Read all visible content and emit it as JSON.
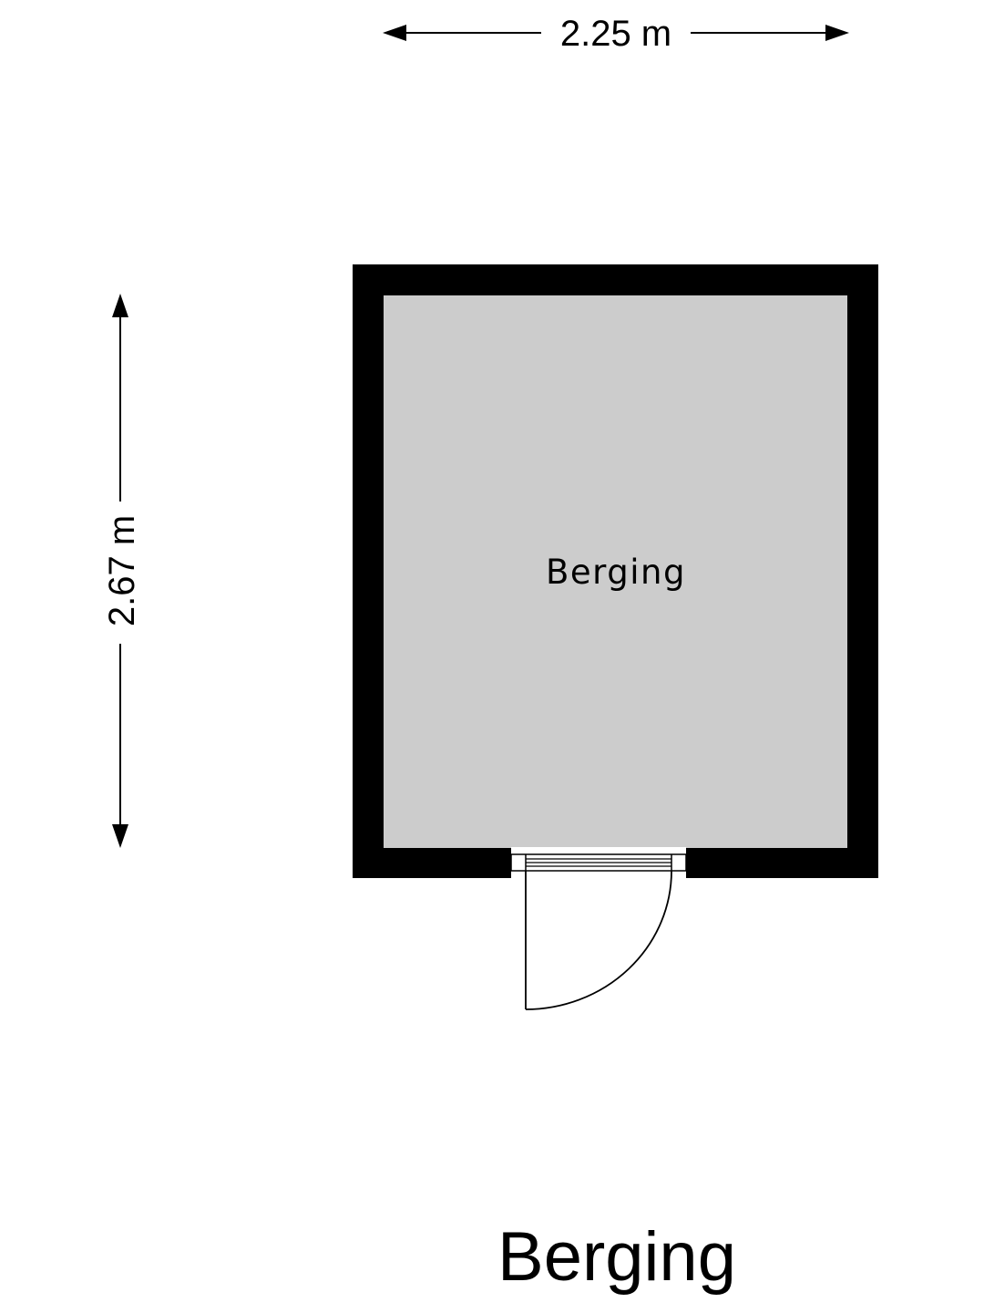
{
  "plan": {
    "room_label": "Berging",
    "title": "Berging",
    "width_dimension": "2.25 m",
    "height_dimension": "2.67 m"
  },
  "colors": {
    "wall": "#000000",
    "floor": "#cccccc",
    "background": "#ffffff"
  }
}
